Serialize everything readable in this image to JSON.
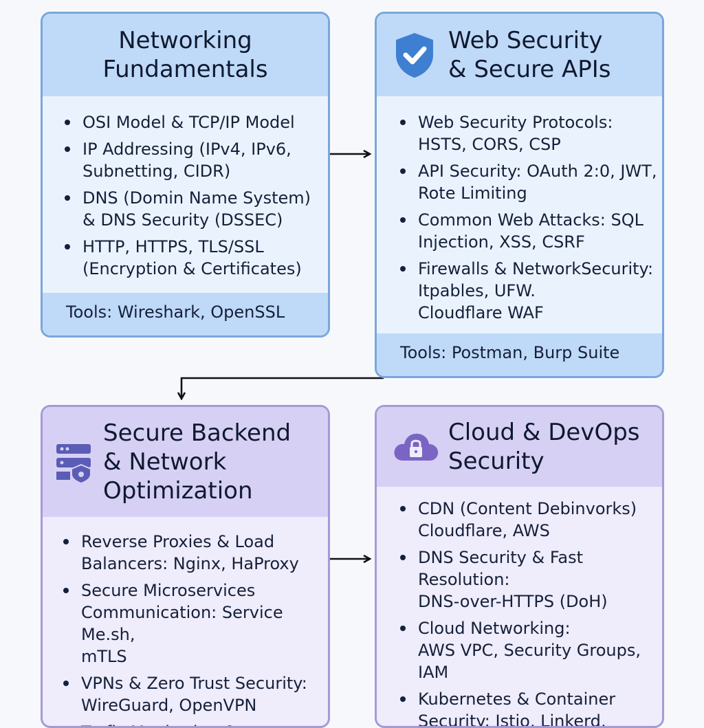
{
  "cards": [
    {
      "title": "Networking\nFundamentals",
      "items": [
        "OSI Model & TCP/IP Model",
        "IP Addressing (IPv4, IPv6,\nSubnetting, CIDR)",
        "DNS (Domin Name System)\n& DNS Security (DSSEC)",
        "HTTP, HTTPS, TLS/SSL\n(Encryption & Certificates)"
      ],
      "tools": "Tools: Wireshark, OpenSSL"
    },
    {
      "title": "Web Security\n& Secure APIs",
      "icon": "shield-check-icon",
      "items": [
        "Web Security Protocols:\nHSTS, CORS, CSP",
        "API Security: OAuth 2:0, JWT,\nRote Limiting",
        "Common Web Attacks: SQL\nInjection, XSS, CSRF",
        "Firewalls & NetworkSecurity:\nItpables, UFW.\nCloudflare WAF"
      ],
      "tools": "Tools: Postman, Burp Suite"
    },
    {
      "title": "Secure Backend\n& Network\nOptimization",
      "icon": "server-shield-icon",
      "items": [
        "Reverse Proxies & Load\nBalancers: Nginx, HaProxy",
        "Secure Microservices\nCommunication: Service Me.sh,\nmTLS",
        "VPNs & Zero Trust Security:\nWireGuard, OpenVPN",
        "Trafic Monitoring &"
      ]
    },
    {
      "title": "Cloud & DevOps\nSecurity",
      "icon": "cloud-lock-icon",
      "items": [
        "CDN (Content Debinvorks)\nCloudflare, AWS",
        "DNS Security & Fast Resolution:\nDNS-over-HTTPS (DoH)",
        "Cloud Networking:\nAWS VPC, Security Groups,\nIAM",
        "Kubernetes & Container\nSecurity: Istio, Linkerd,"
      ]
    }
  ],
  "colors": {
    "blue_header": "#bfdaf8",
    "blue_border": "#7aa6dc",
    "purple_header": "#d6d0f4",
    "purple_border": "#a69ad6",
    "arrow": "#111111"
  }
}
